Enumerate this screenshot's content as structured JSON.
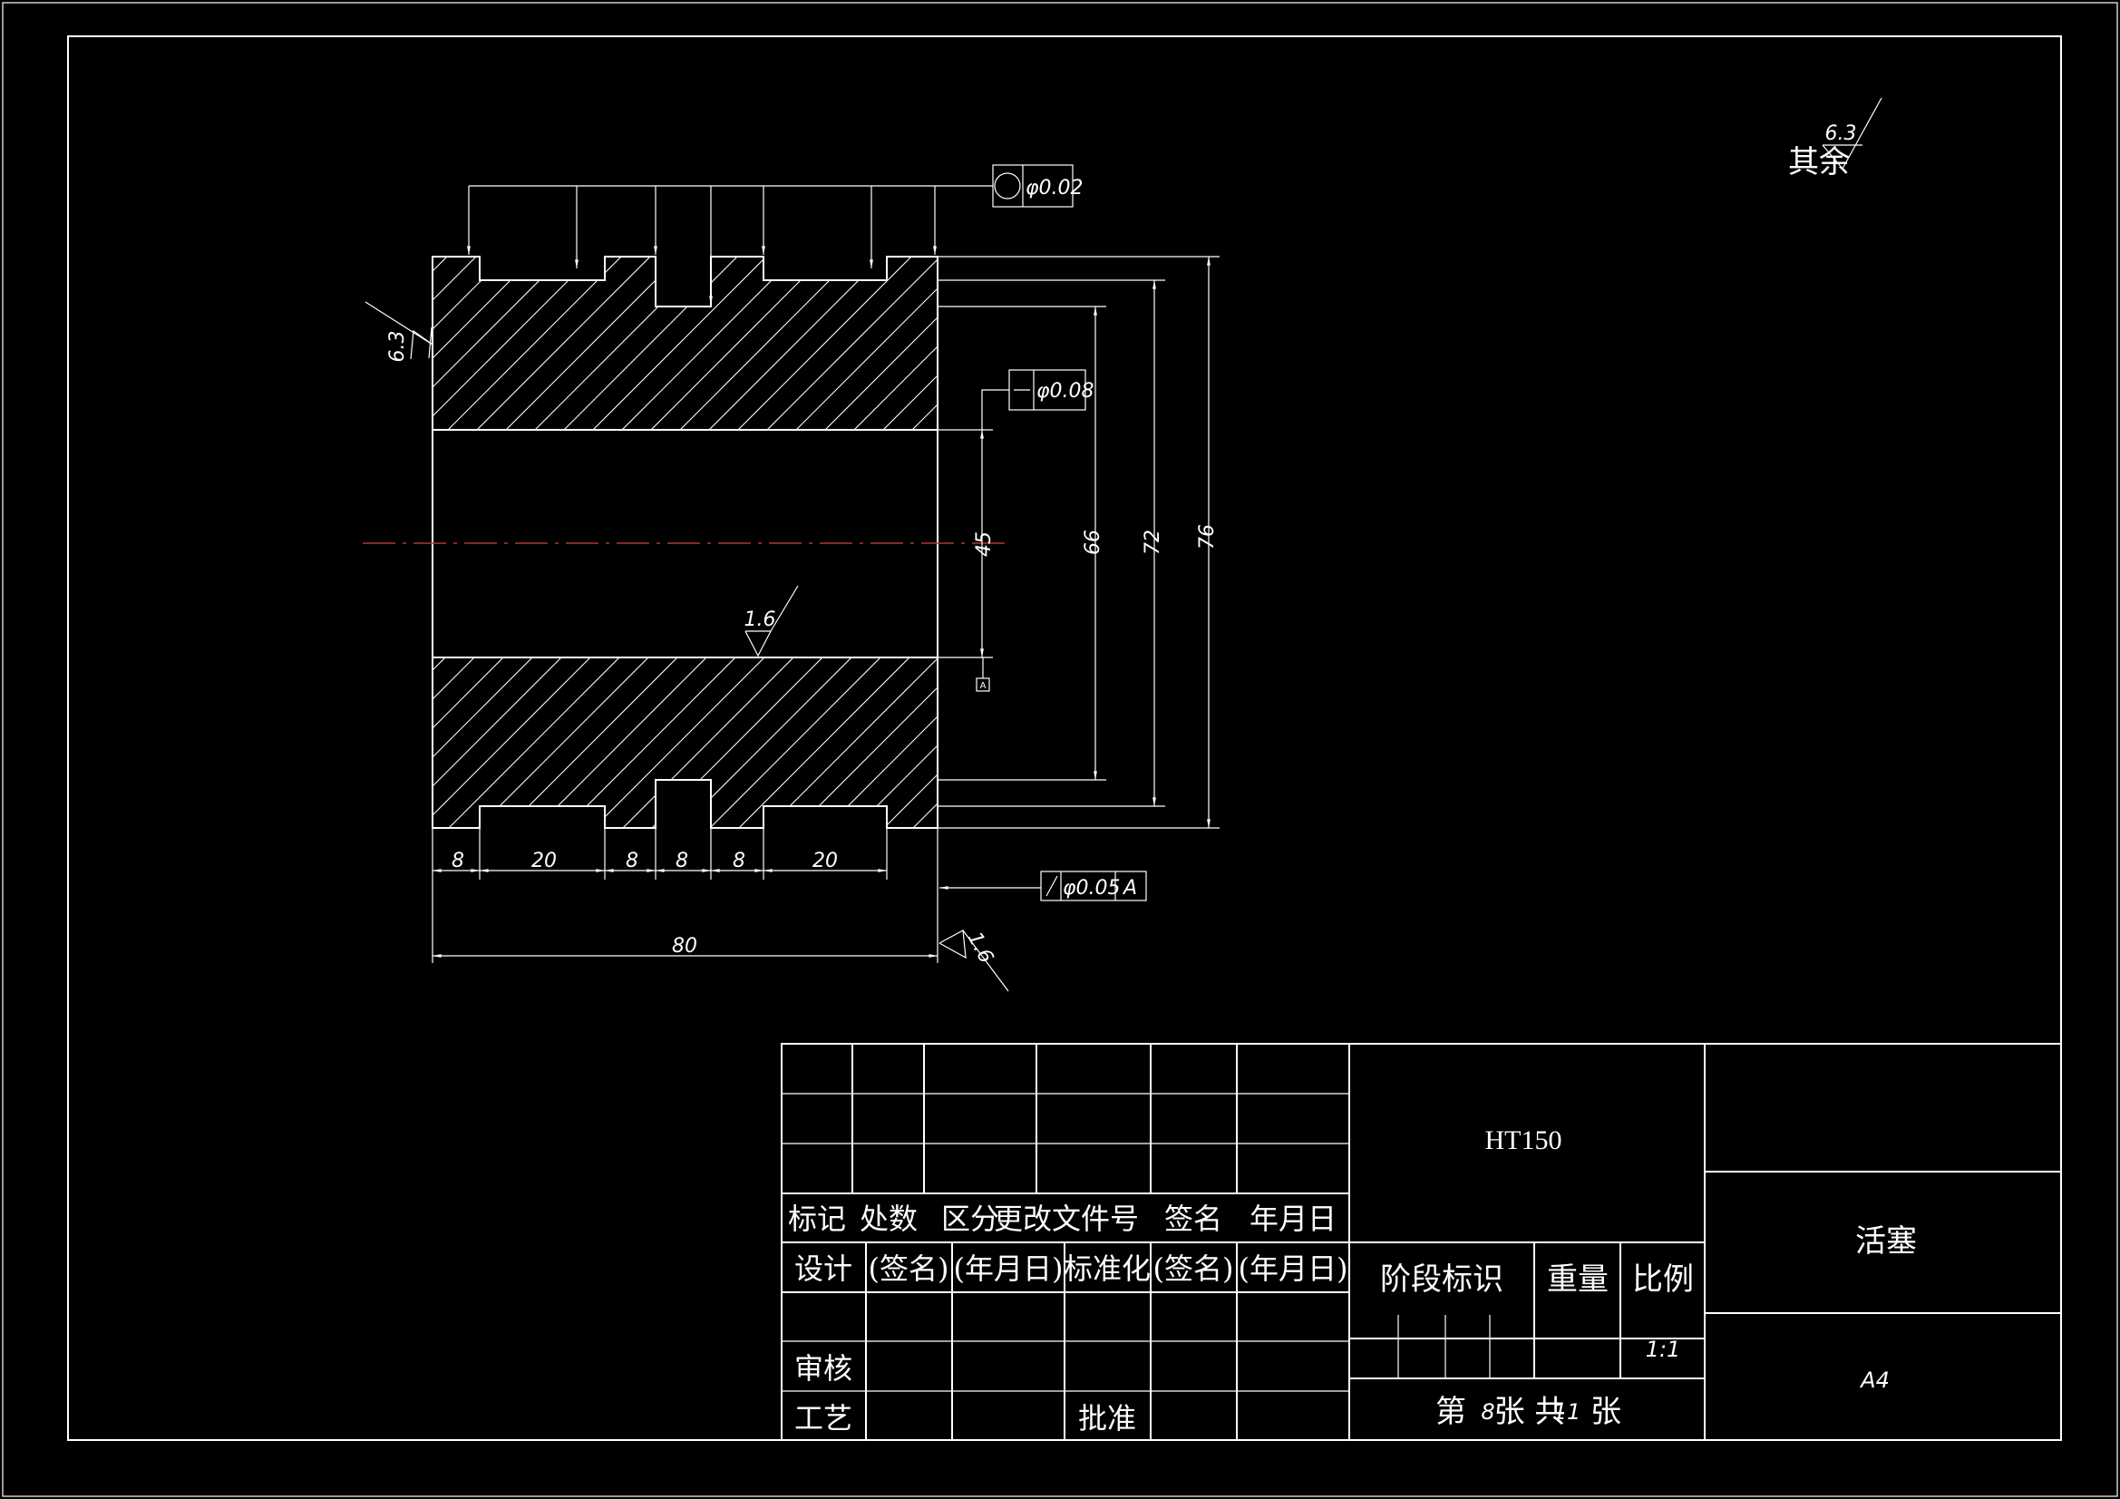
{
  "drawing": {
    "surface_note": {
      "label": "其余",
      "value": "6.3"
    },
    "roughness": {
      "left": "6.3",
      "bore": "1.6",
      "right": "1.6"
    },
    "tolerances": {
      "roundness": "φ0.02",
      "straightness": "φ0.08",
      "runout": "φ0.05",
      "runout_datum": "A",
      "datum_label": "A"
    },
    "dimensions": {
      "widths": [
        "8",
        "20",
        "8",
        "8",
        "8",
        "20"
      ],
      "overall_length": "80",
      "bore": "45",
      "d66": "66",
      "d72": "72",
      "d76": "76"
    }
  },
  "title_block": {
    "material": "HT150",
    "part_name": "活塞",
    "paper_size": "A4",
    "scale": "1:1",
    "headers": {
      "mark": "标记",
      "count": "处数",
      "zone": "区分",
      "change_doc": "更改文件号",
      "sign": "签名",
      "date": "年月日"
    },
    "row_design": {
      "design": "设计",
      "sign": "(签名)",
      "date": "(年月日)",
      "standard": "标准化",
      "sign2": "(签名)",
      "date2": "(年月日)"
    },
    "review": "审核",
    "process": "工艺",
    "approve": "批准",
    "stage": "阶段标识",
    "weight": "重量",
    "ratio": "比例",
    "sheet": {
      "prefix": "第",
      "num": "8",
      "mid": "张 共",
      "total": "11",
      "suffix": "张"
    }
  }
}
